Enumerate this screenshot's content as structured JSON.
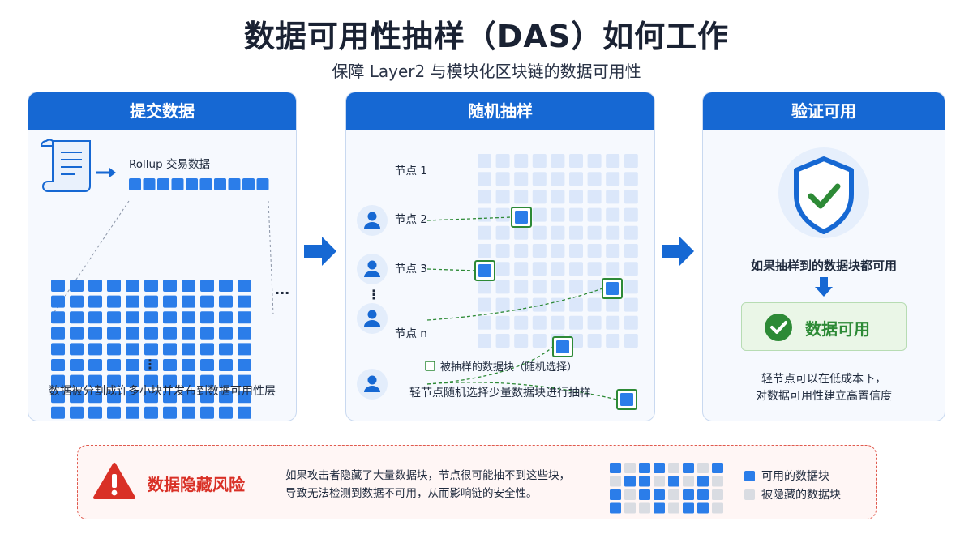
{
  "header": {
    "title": "数据可用性抽样（DAS）如何工作",
    "subtitle": "保障 Layer2 与模块化区块链的数据可用性"
  },
  "panel_submit": {
    "heading": "提交数据",
    "rollup_label": "Rollup 交易数据",
    "ellipsis_h": "···",
    "ellipsis_v": "⋮",
    "caption": "数据被分割成许多小块并发布到数据可用性层"
  },
  "panel_sample": {
    "heading": "随机抽样",
    "nodes": [
      "节点 1",
      "节点 2",
      "节点 3",
      "节点 n"
    ],
    "ellipsis_v": "⋮",
    "legend": "被抽样的数据块（随机选择）",
    "caption": "轻节点随机选择少量数据块进行抽样"
  },
  "panel_verify": {
    "heading": "验证可用",
    "condition": "如果抽样到的数据块都可用",
    "result": "数据可用",
    "caption_line1": "轻节点可以在低成本下，",
    "caption_line2": "对数据可用性建立高置信度"
  },
  "risk": {
    "title": "数据隐藏风险",
    "text_line1": "如果攻击者隐藏了大量数据块，节点很可能抽不到这些块，",
    "text_line2": "导致无法检测到数据不可用，从而影响链的安全性。",
    "legend_available": "可用的数据块",
    "legend_hidden": "被隐藏的数据块",
    "grid": [
      [
        1,
        0,
        1,
        1,
        0,
        1,
        0,
        1
      ],
      [
        0,
        1,
        1,
        0,
        1,
        0,
        1,
        0
      ],
      [
        1,
        0,
        1,
        1,
        0,
        1,
        1,
        0
      ],
      [
        1,
        0,
        0,
        1,
        0,
        1,
        1,
        0
      ]
    ]
  },
  "colors": {
    "primary": "#1668d3",
    "block": "#2b7de9",
    "block_light": "#dbe7fa",
    "green": "#2d8a36",
    "red": "#d93026",
    "hidden": "#d9dce2"
  }
}
